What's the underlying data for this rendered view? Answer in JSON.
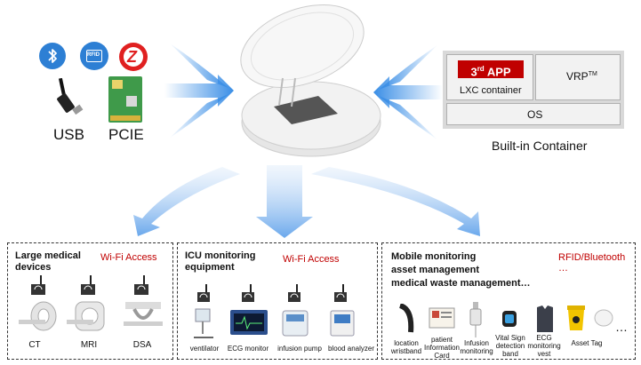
{
  "top": {
    "usb_label": "USB",
    "pcie_label": "PCIE",
    "bluetooth_icon": "bluetooth-icon",
    "rfid_icon_text": "RFID",
    "zigbee_icon": "zigbee-icon"
  },
  "container": {
    "app_badge_main": "3",
    "app_badge_sup": "rd",
    "app_badge_rest": " APP",
    "lxc_label": "LXC container",
    "vrp_label": "VRP",
    "vrp_sup": "TM",
    "os_label": "OS",
    "caption": "Built-in Container",
    "badge_color": "#c00000",
    "panel_color": "#d9d9d9"
  },
  "colors": {
    "arrow_blue": "#3a8ee6",
    "access_red": "#c00000"
  },
  "large_medical": {
    "title_line1": "Large medical",
    "title_line2": "devices",
    "access": "Wi-Fi Access",
    "items": [
      {
        "label": "CT"
      },
      {
        "label": "MRI"
      },
      {
        "label": "DSA"
      }
    ]
  },
  "icu": {
    "title_line1": "ICU monitoring",
    "title_line2": "equipment",
    "access": "Wi-Fi Access",
    "items": [
      {
        "label": "ventilator"
      },
      {
        "label": "ECG monitor"
      },
      {
        "label": "infusion pump"
      },
      {
        "label": "blood analyzer"
      }
    ]
  },
  "mobile": {
    "title_line1": "Mobile monitoring",
    "title_line2": "asset management",
    "title_line3": "medical waste management…",
    "access": "RFID/Bluetooth",
    "access_more": "…",
    "ellipsis": "…",
    "items": [
      {
        "label": "location wristband"
      },
      {
        "label": "patient Information Card"
      },
      {
        "label": "Infusion monitoring"
      },
      {
        "label": "Vital Sign detection band"
      },
      {
        "label": "ECG monitoring vest"
      },
      {
        "label": "Asset Tag"
      }
    ]
  }
}
